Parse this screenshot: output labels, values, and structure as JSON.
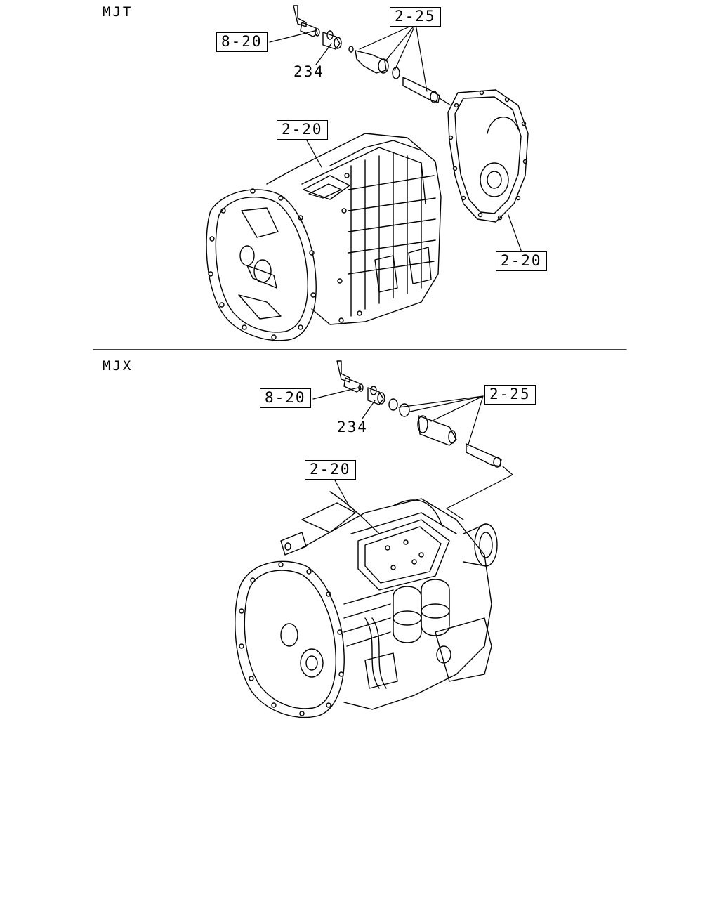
{
  "sections": [
    {
      "label": "MJT",
      "callouts": [
        "8-20",
        "234",
        "2-25",
        "2-20",
        "2-20"
      ]
    },
    {
      "label": "MJX",
      "callouts": [
        "8-20",
        "234",
        "2-25",
        "2-20"
      ]
    }
  ]
}
